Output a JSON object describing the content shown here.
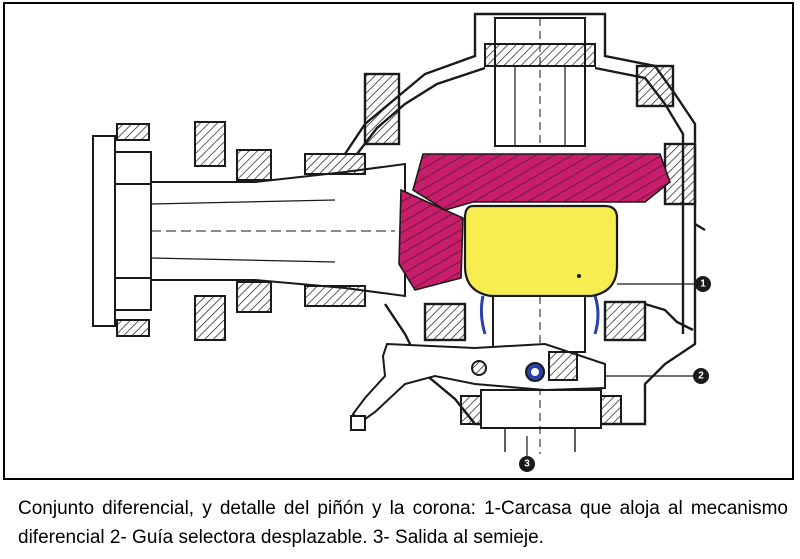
{
  "figure": {
    "callouts": [
      {
        "id": "callout-1",
        "label": "1"
      },
      {
        "id": "callout-2",
        "label": "2"
      },
      {
        "id": "callout-3",
        "label": "3"
      }
    ],
    "colors": {
      "ring_gear": "#c81d6a",
      "differential_case": "#f6ee50",
      "line": "#1a1a1a",
      "bearing_accent": "#2a3fa8"
    }
  },
  "caption": {
    "text": "Conjunto diferencial, y detalle del piñón y la corona: 1-Carcasa que aloja al mecanismo diferencial 2- Guía selectora desplazable. 3- Salida al semieje."
  }
}
